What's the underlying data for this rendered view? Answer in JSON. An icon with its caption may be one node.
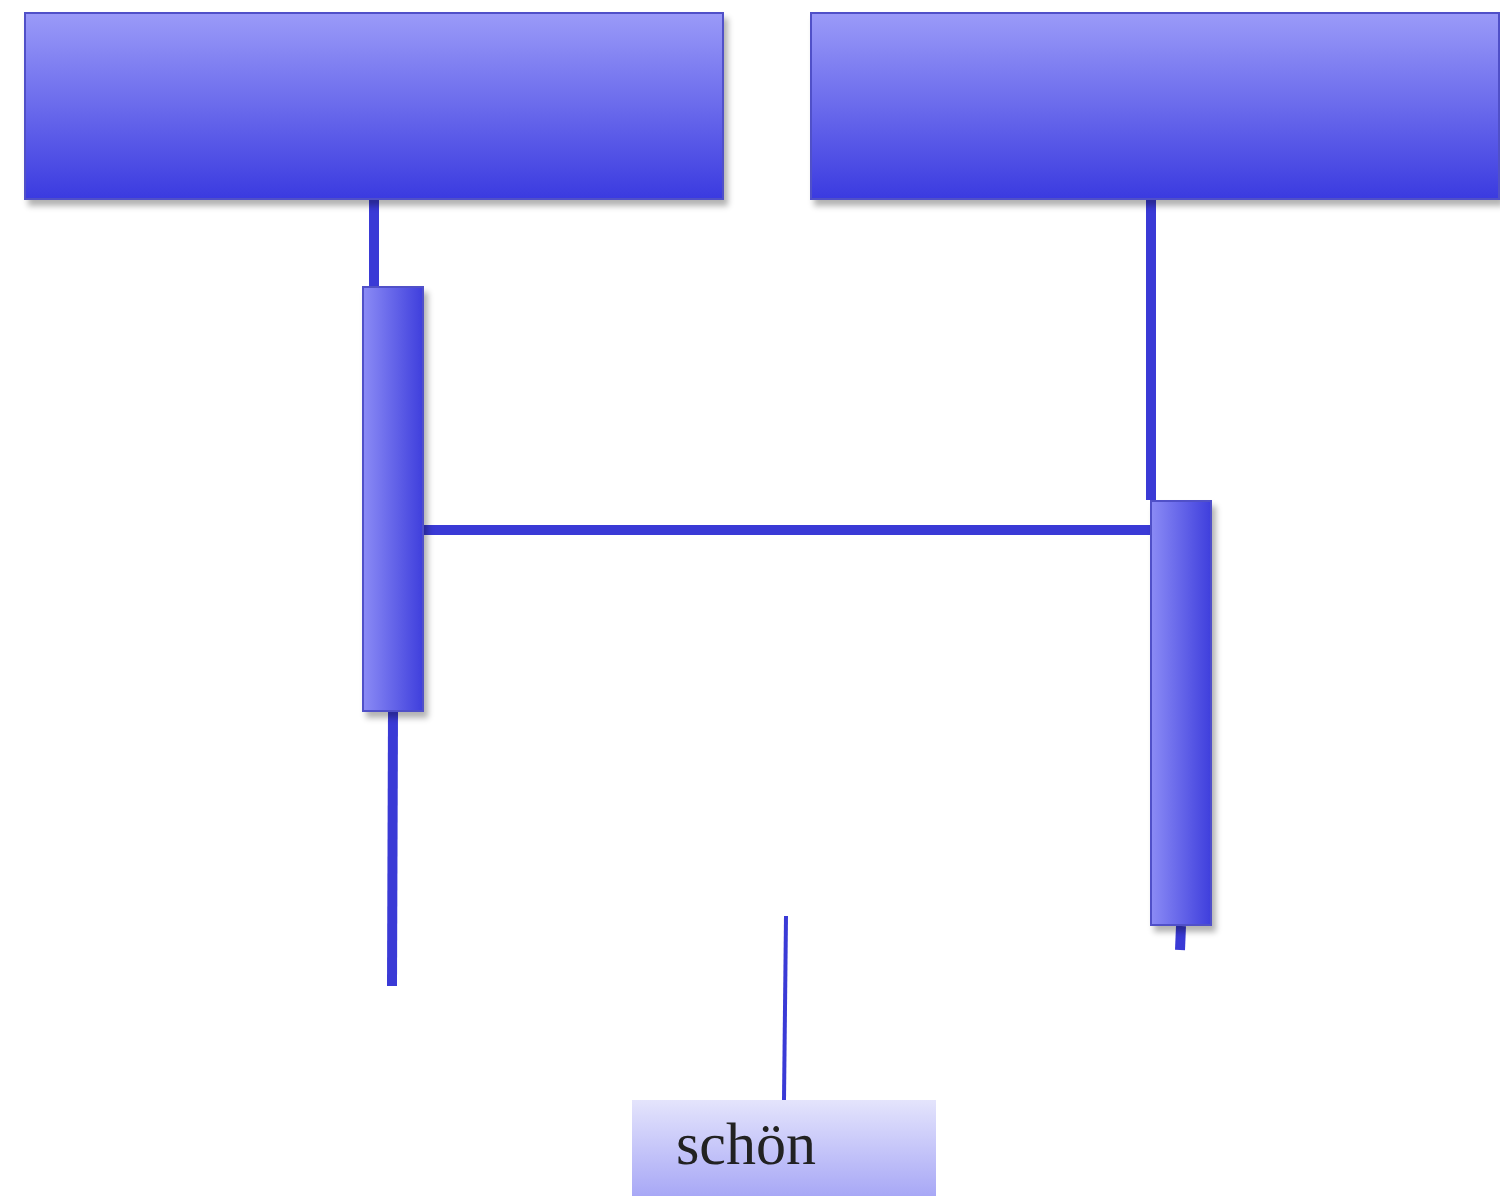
{
  "diagram": {
    "nodes": [
      {
        "text": [],
        "shape": "box"
      },
      {
        "text": [],
        "shape": "box"
      },
      {
        "text": [],
        "shape": "bar"
      },
      {
        "text": [],
        "shape": "bar"
      },
      {
        "text": [
          "schön"
        ]
      }
    ],
    "edges": [
      {
        "from": 0,
        "to": 2,
        "arrow": "none"
      },
      {
        "from": 2,
        "to": null,
        "arrow": "none"
      },
      {
        "from": 1,
        "to": 3,
        "arrow": "none"
      },
      {
        "from": 3,
        "to": null,
        "arrow": "none"
      },
      {
        "from": 2,
        "to": 3,
        "arrow": "none"
      },
      {
        "from": 4,
        "to": null,
        "arrow": "none"
      }
    ]
  }
}
